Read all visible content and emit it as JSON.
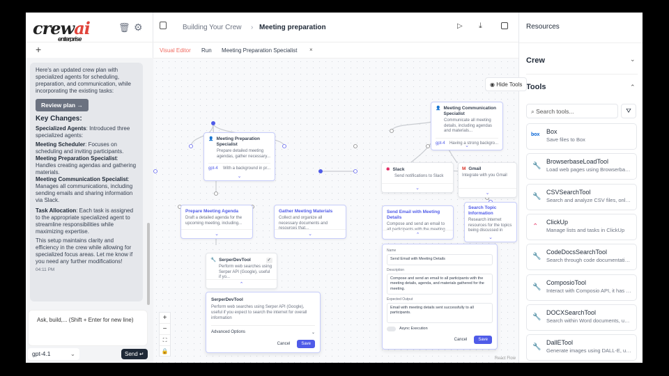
{
  "sidebar": {
    "logo": "crewai enterprise",
    "logo_main": "crew",
    "logo_ai": "ai",
    "logo_sub": "enterprise",
    "message": {
      "intro": "Here's an updated crew plan with specialized agents for scheduling, preparation, and communication, while incorporating the existing tasks:",
      "review_button": "Review plan →",
      "heading": "Key Changes:",
      "items": [
        {
          "b": "Specialized Agents",
          "t": ": Introduced three specialized agents:"
        },
        {
          "b": "Meeting Scheduler",
          "t": ": Focuses on scheduling and inviting participants."
        },
        {
          "b": "Meeting Preparation Specialist",
          "t": ": Handles creating agendas and gathering materials."
        },
        {
          "b": "Meeting Communication Specialist",
          "t": ": Manages all communications, including sending emails and sharing information via Slack."
        },
        {
          "b": "Task Allocation",
          "t": ": Each task is assigned to the appropriate specialized agent to streamline responsibilities while maximizing expertise."
        }
      ],
      "outro": "This setup maintains clarity and efficiency in the crew while allowing for specialized focus areas. Let me know if you need any further modifications!",
      "time": "04:11 PM"
    },
    "input_placeholder": "Ask, build,... (Shift + Enter for new line)",
    "model": "gpt-4.1",
    "send": "Send ↵"
  },
  "header": {
    "breadcrumb": [
      "Building Your Crew",
      "Meeting preparation"
    ],
    "tabs": [
      "Visual Editor",
      "Run",
      "Meeting Preparation Specialist"
    ],
    "active_tab_color": "#f06b61"
  },
  "canvas": {
    "hide_tools": "Hide Tools",
    "attribution": "React Flow",
    "agents": [
      {
        "title": "Meeting Preparation Specialist",
        "desc": "Prepare detailed meeting agendas, gather necessary...",
        "model": "gpt-4",
        "bg": "With a background in pr..."
      },
      {
        "title": "Meeting Communication Specialist",
        "desc": "Communicate all meeting details, including agendas and materials...",
        "model": "gpt-4",
        "bg": "Having a strong backgro..."
      }
    ],
    "tasks": [
      {
        "title": "Prepare Meeting Agenda",
        "desc": "Draft a detailed agenda for the upcoming meeting, including..."
      },
      {
        "title": "Gather Meeting Materials",
        "desc": "Collect and organize all necessary documents and resources that..."
      },
      {
        "title": "Send Email with Meeting Details",
        "desc": "Compose and send an email to all participants with the meeting..."
      },
      {
        "title": "Search Topic Information",
        "desc": "Research internet resources for the topics being discussed in"
      }
    ],
    "tools": [
      {
        "title": "Slack",
        "desc": "Send notifications to Slack"
      },
      {
        "title": "Gmail",
        "desc": "Integrate with you Gmail"
      },
      {
        "title": "SerperDevTool",
        "desc": "Perform web searches using Serper API (Google), useful if yo..."
      }
    ],
    "serper_panel": {
      "title": "SerperDevTool",
      "desc": "Perform web searches using Serper API (Google), useful if you expect to search the internet for overall information",
      "advanced": "Advanced Options",
      "cancel": "Cancel",
      "save": "Save"
    },
    "task_form": {
      "name_label": "Name",
      "name": "Send Email with Meeting Details",
      "desc_label": "Description",
      "desc": "Compose and send an email to all participants with the meeting details, agenda, and materials gathered for the meeting.",
      "output_label": "Expected Output",
      "output": "Email with meeting details sent successfully to all participants.",
      "async": "Async Execution",
      "async_on": false,
      "cancel": "Cancel",
      "save": "Save"
    }
  },
  "resources": {
    "title": "Resources",
    "crew": "Crew",
    "tools_heading": "Tools",
    "search_placeholder": "Search tools...",
    "tools": [
      {
        "name": "Box",
        "desc": "Save files to Box",
        "icon": "box-logo"
      },
      {
        "name": "BrowserbaseLoadTool",
        "desc": "Load web pages using Browserbase, ...",
        "icon": "wrench"
      },
      {
        "name": "CSVSearchTool",
        "desc": "Search and analyze CSV files, only u...",
        "icon": "wrench"
      },
      {
        "name": "ClickUp",
        "desc": "Manage lists and tasks in ClickUp",
        "icon": "clickup-logo"
      },
      {
        "name": "CodeDocsSearchTool",
        "desc": "Search through code documentation,...",
        "icon": "wrench"
      },
      {
        "name": "ComposioTool",
        "desc": "Interact with Composio API, it has a ...",
        "icon": "wrench"
      },
      {
        "name": "DOCXSearchTool",
        "desc": "Search within Word documents, usef...",
        "icon": "wrench"
      },
      {
        "name": "DallETool",
        "desc": "Generate images using DALL-E, usef...",
        "icon": "wrench"
      }
    ]
  },
  "colors": {
    "accent": "#4f5be8",
    "node_border": "#c7cdfa"
  }
}
